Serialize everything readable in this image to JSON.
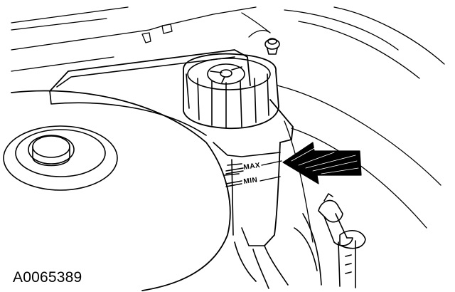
{
  "figure": {
    "id_label": "A0065389"
  },
  "reservoir": {
    "max_mark": "MAX",
    "min_mark": "MIN"
  },
  "colors": {
    "line": "#000000",
    "background": "#ffffff",
    "arrow_fill": "#000000"
  },
  "icons": [
    "reservoir-cap-icon",
    "level-indicator-arrow-icon"
  ]
}
